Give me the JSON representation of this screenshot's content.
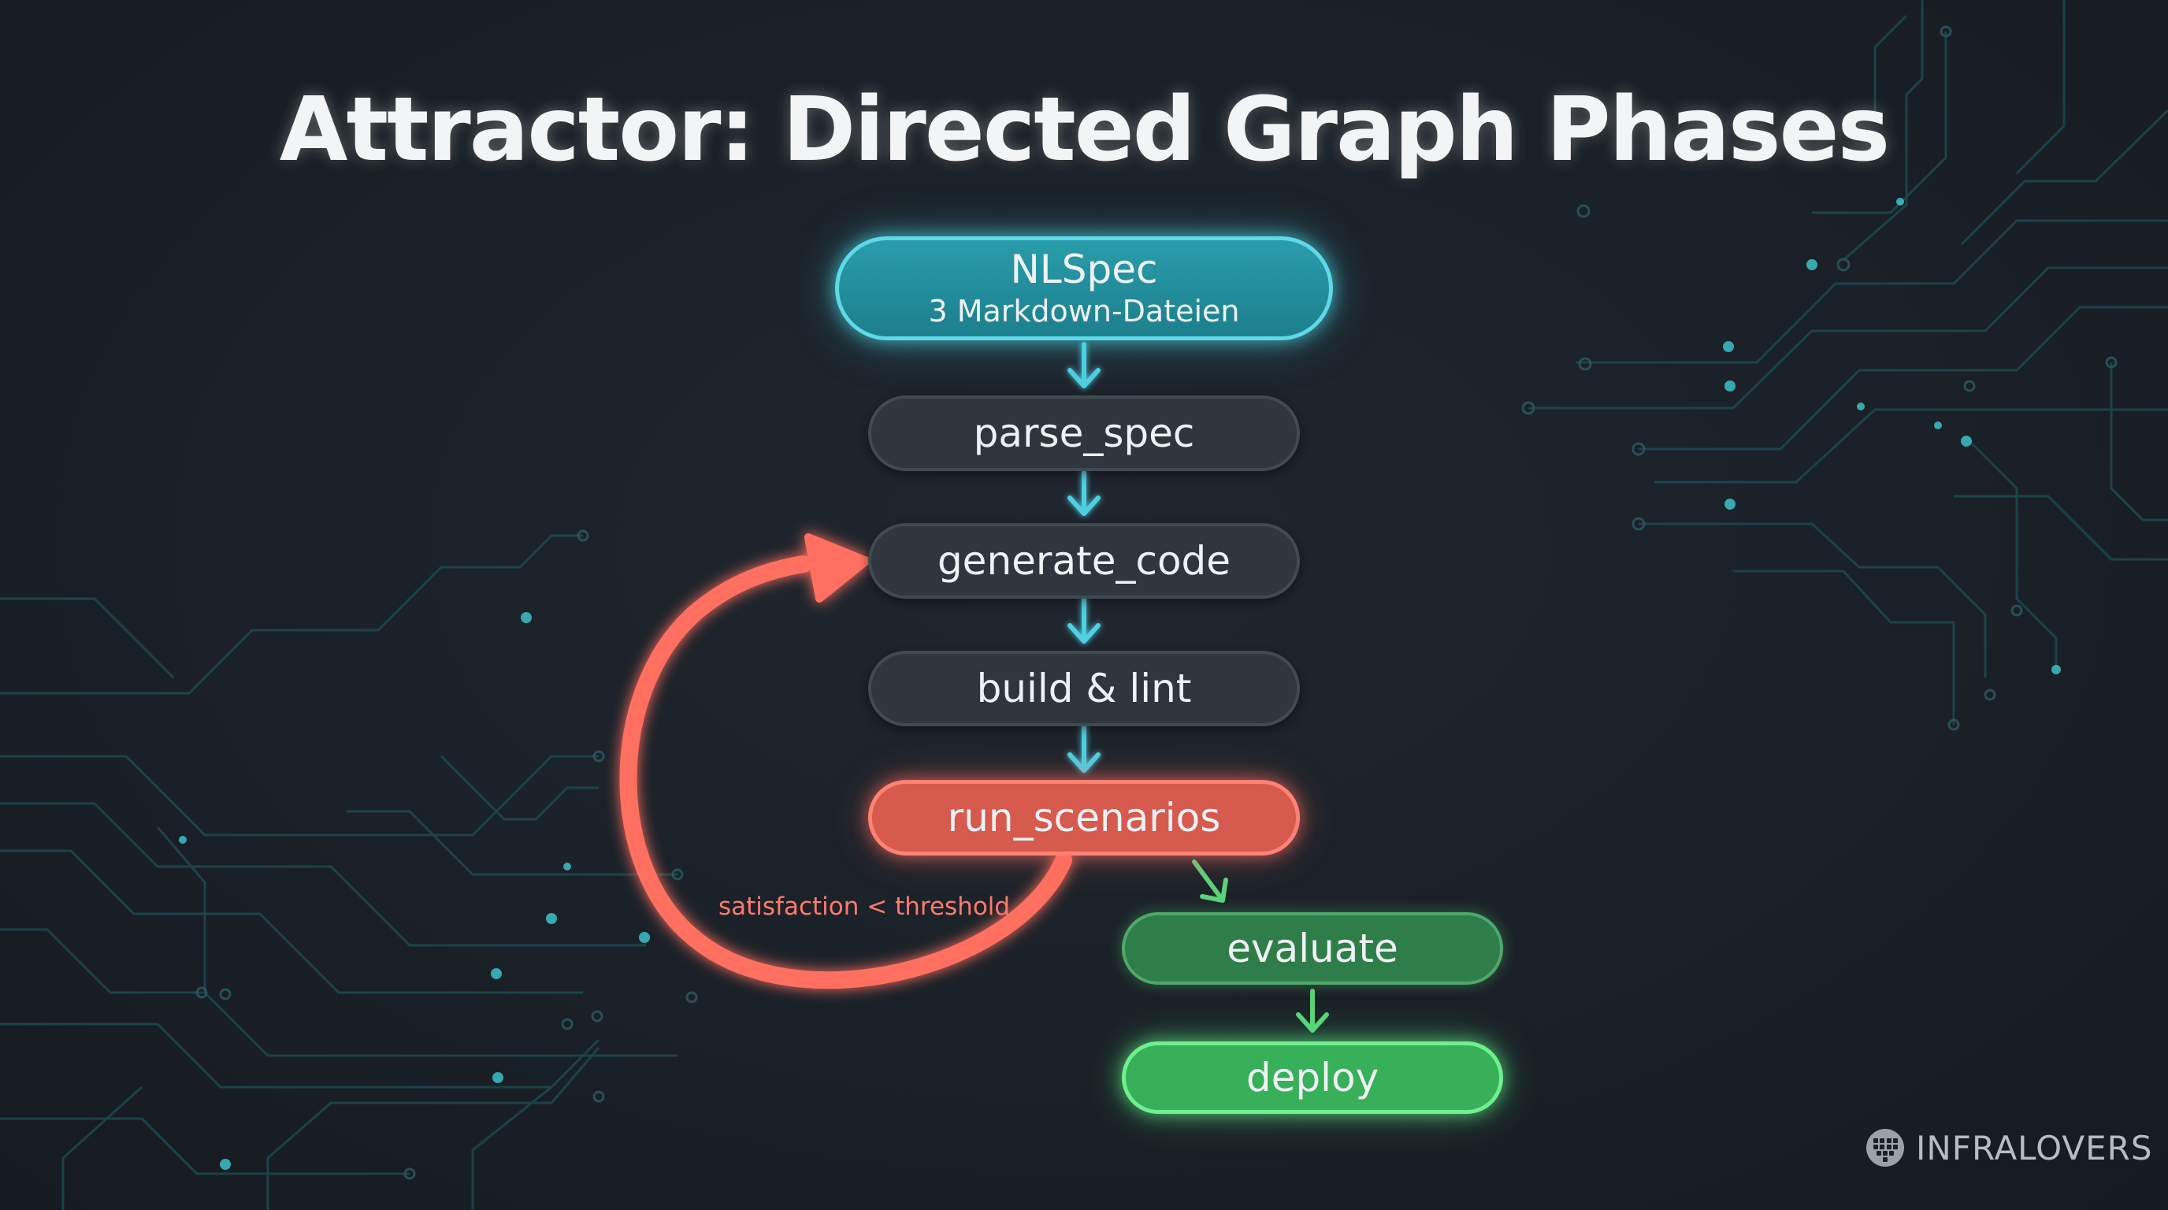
{
  "title": "Attractor: Directed Graph Phases",
  "nodes": {
    "nlspec": {
      "label": "NLSpec",
      "sub": "3 Markdown-Dateien"
    },
    "parse_spec": {
      "label": "parse_spec"
    },
    "generate_code": {
      "label": "generate_code"
    },
    "build_lint": {
      "label": "build & lint"
    },
    "run_scenarios": {
      "label": "run_scenarios"
    },
    "evaluate": {
      "label": "evaluate"
    },
    "deploy": {
      "label": "deploy"
    }
  },
  "loop": {
    "label": "satisfaction < threshold"
  },
  "brand": {
    "name": "INFRALOVERS"
  },
  "colors": {
    "background": "#1a2027",
    "spec": "#2a9cab",
    "phase": "#2f363e",
    "loop": "#ff6f60",
    "success": "#37b059",
    "connector": "#4fcfe2",
    "circuit": "#1f5a5e"
  }
}
